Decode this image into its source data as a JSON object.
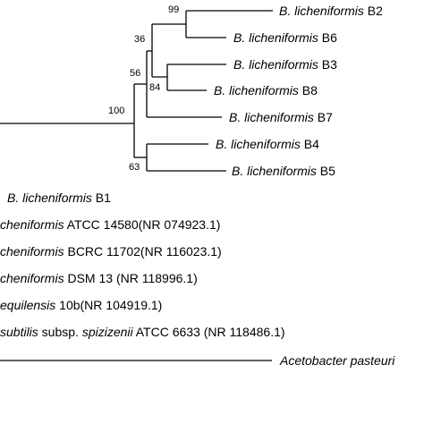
{
  "leaves": {
    "b2": {
      "genus": "B. licheniformis",
      "rest": " B2"
    },
    "b6": {
      "genus": "B. licheniformis",
      "rest": " B6"
    },
    "b3": {
      "genus": "B. licheniformis",
      "rest": " B3"
    },
    "b8": {
      "genus": "B. licheniformis",
      "rest": " B8"
    },
    "b7": {
      "genus": "B. licheniformis",
      "rest": " B7"
    },
    "b4": {
      "genus": "B. licheniformis",
      "rest": " B4"
    },
    "b5": {
      "genus": "B. licheniformis",
      "rest": " B5"
    },
    "b1": {
      "genus": "B. licheniformis",
      "rest": " B1"
    },
    "atcc14580": {
      "genus": "cheniformis",
      "rest": " ATCC 14580(NR 074923.1)"
    },
    "bcrc11702": {
      "genus": "cheniformis",
      "rest": " BCRC 11702(NR 116023.1)"
    },
    "dsm13": {
      "genus": "cheniformis",
      "rest": " DSM 13 (NR 118996.1)"
    },
    "sequilensis": {
      "genus": "equilensis",
      "rest": " 10b(NR 104919.1)"
    },
    "subtilis": {
      "genus": "subtilis",
      "mid": " subsp. ",
      "genus2": "spizizenii",
      "rest": " ATCC 6633 (NR 118486.1)"
    },
    "acetobacter": {
      "genus": "Acetobacter pasteuri",
      "rest": ""
    }
  },
  "bootstrap": {
    "n99": "99",
    "n36": "36",
    "n56": "56",
    "n84": "84",
    "n100": "100",
    "n63": "63"
  }
}
